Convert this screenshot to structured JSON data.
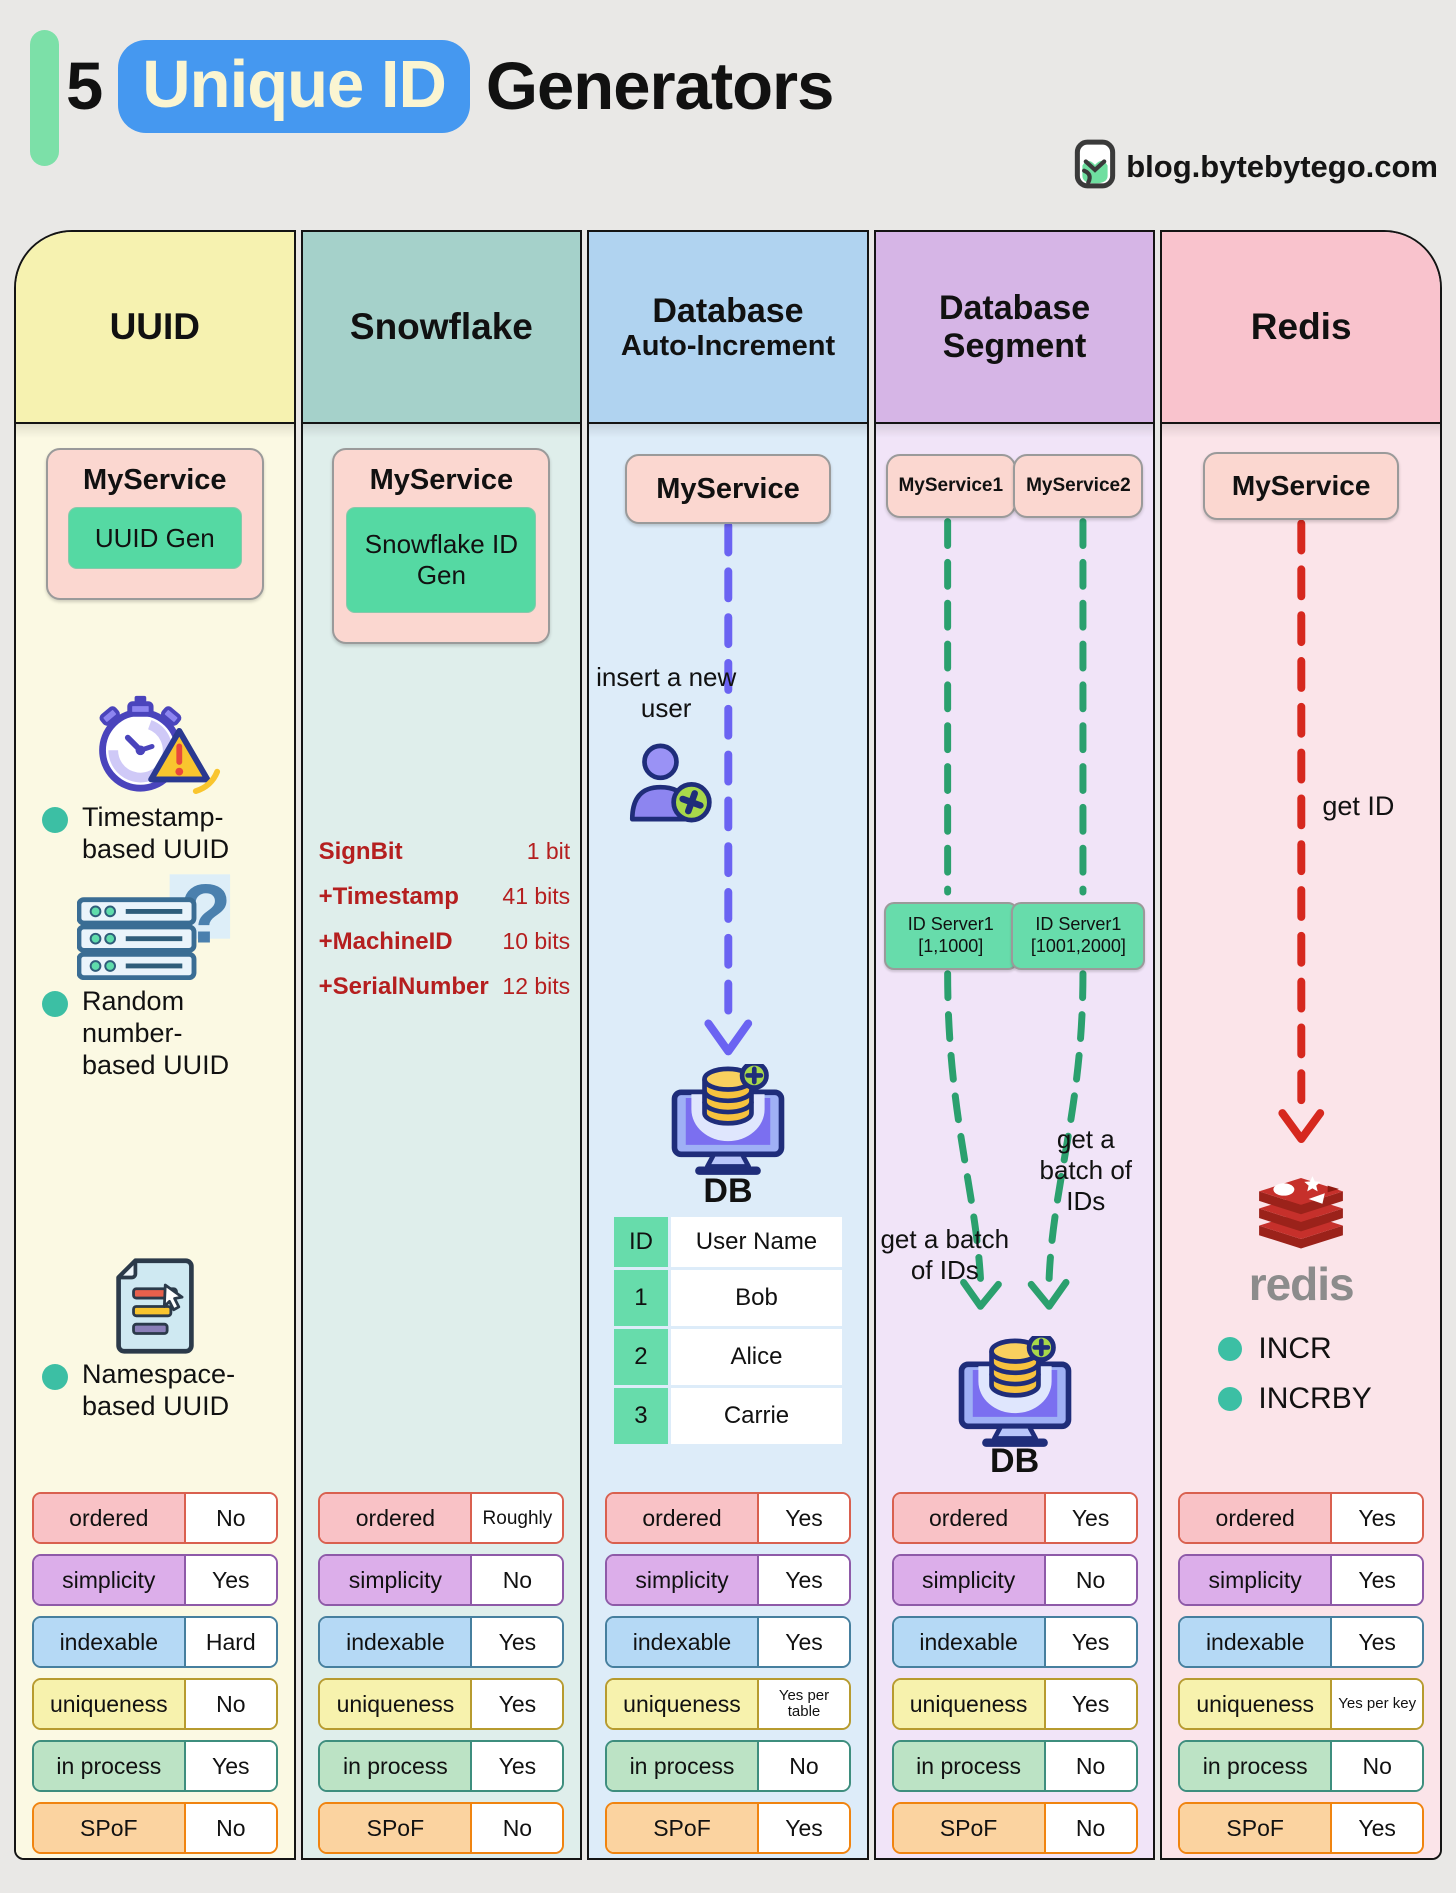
{
  "title": {
    "prefix": "5",
    "highlight": "Unique ID",
    "suffix": "Generators"
  },
  "site": "blog.bytebytego.com",
  "attribute_labels": [
    "ordered",
    "simplicity",
    "indexable",
    "uniqueness",
    "in process",
    "SPoF"
  ],
  "palette": {
    "background": "#e9e8e6",
    "accent_bar": "#7ce0a8",
    "title_highlight_bg": "#4598f0",
    "title_highlight_text": "#faf5d2",
    "bullet_dot": "#3cbfa4",
    "service_box": "#fbd7d0",
    "generator_box": "#55d9a3",
    "snowflake_bits_text": "#b51f1f",
    "arrow_auto_increment": "#6b63f2",
    "arrow_segment": "#2ba06e",
    "arrow_redis": "#d6281e",
    "attr_row_borders": [
      "#d9604f",
      "#8e5aa8",
      "#467f9e",
      "#b79b2f",
      "#3e8e7e",
      "#f08410"
    ]
  },
  "columns": [
    {
      "header": "UUID",
      "header_bg": "#f6f2b0",
      "body_bg": "#fbf9e3",
      "service": "MyService",
      "generator": "UUID Gen",
      "bullet_icons": [
        "stopwatch-warning-icon",
        "server-question-icon",
        "document-cursor-icon"
      ],
      "bullets": [
        "Timestamp-based UUID",
        "Random number-based UUID",
        "Namespace-based UUID"
      ],
      "attributes": [
        "No",
        "Yes",
        "Hard",
        "No",
        "Yes",
        "No"
      ]
    },
    {
      "header": "Snowflake",
      "header_bg": "#a5d1ca",
      "body_bg": "#dfeeeb",
      "service": "MyService",
      "generator": "Snowflake ID Gen",
      "bit_fields": [
        {
          "name": "SignBit",
          "bits": "1 bit"
        },
        {
          "name": "+Timestamp",
          "bits": "41 bits"
        },
        {
          "name": "+MachineID",
          "bits": "10 bits"
        },
        {
          "name": "+SerialNumber",
          "bits": "12 bits"
        }
      ],
      "attributes": [
        "Roughly",
        "No",
        "Yes",
        "Yes",
        "Yes",
        "No"
      ]
    },
    {
      "header_line1": "Database",
      "header_line2": "Auto-Increment",
      "header_bg": "#b0d3f0",
      "body_bg": "#ddecf9",
      "service": "MyService",
      "arrow_label": "insert a new user",
      "db_label": "DB",
      "table": {
        "headers": [
          "ID",
          "User Name"
        ],
        "rows": [
          [
            "1",
            "Bob"
          ],
          [
            "2",
            "Alice"
          ],
          [
            "3",
            "Carrie"
          ]
        ]
      },
      "attributes": [
        "Yes",
        "Yes",
        "Yes",
        "Yes per table",
        "No",
        "Yes"
      ]
    },
    {
      "header_line1": "Database",
      "header_line2": "Segment",
      "header_bg": "#d6b5e6",
      "body_bg": "#f1e4f8",
      "services": [
        "MyService1",
        "MyService2"
      ],
      "id_servers": [
        {
          "name": "ID Server1",
          "range": "[1,1000]"
        },
        {
          "name": "ID Server1",
          "range": "[1001,2000]"
        }
      ],
      "batch_label_left": "get a batch of IDs",
      "batch_label_right": "get a batch of IDs",
      "db_label": "DB",
      "attributes": [
        "Yes",
        "No",
        "Yes",
        "Yes",
        "No",
        "No"
      ]
    },
    {
      "header": "Redis",
      "header_bg": "#f9c3cd",
      "body_bg": "#fbe4e9",
      "service": "MyService",
      "arrow_label": "get ID",
      "logo_text": "redis",
      "commands": [
        "INCR",
        "INCRBY"
      ],
      "attributes": [
        "Yes",
        "Yes",
        "Yes",
        "Yes per key",
        "No",
        "Yes"
      ]
    }
  ]
}
